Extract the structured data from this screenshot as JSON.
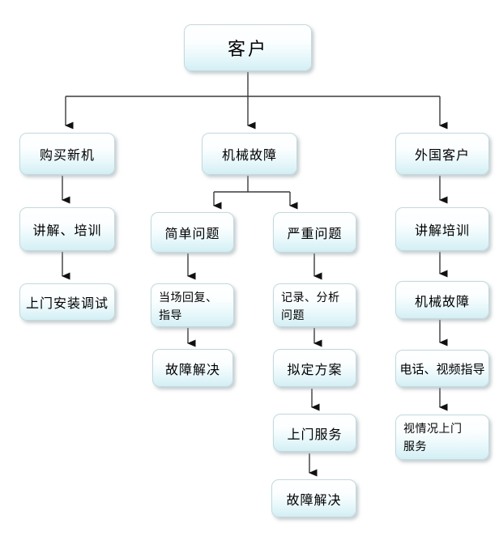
{
  "nodes": {
    "customer": {
      "label": "客户"
    },
    "buy_new": {
      "label": "购买新机"
    },
    "explain_train": {
      "label": "讲解、培训"
    },
    "onsite_install": {
      "label": "上门安装调试"
    },
    "mech_fault": {
      "label": "机械故障"
    },
    "simple_issue": {
      "label": "简单问题"
    },
    "onspot_reply": {
      "label": "当场回复、指导"
    },
    "fault_solved_simple": {
      "label": "故障解决"
    },
    "serious_issue": {
      "label": "严重问题"
    },
    "record_analyze": {
      "label": "记录、分析问题"
    },
    "draft_plan": {
      "label": "拟定方案"
    },
    "onsite_service": {
      "label": "上门服务"
    },
    "fault_solved_serious": {
      "label": "故障解决"
    },
    "foreign_customer": {
      "label": "外国客户"
    },
    "explain_train_foreign": {
      "label": "讲解培训"
    },
    "mech_fault_foreign": {
      "label": "机械故障"
    },
    "phone_video_guide": {
      "label": "电话、视频指导"
    },
    "onsite_as_needed": {
      "label": "视情况上门服务"
    }
  },
  "edges": [
    {
      "from": "customer",
      "to": "buy_new"
    },
    {
      "from": "customer",
      "to": "mech_fault"
    },
    {
      "from": "customer",
      "to": "foreign_customer"
    },
    {
      "from": "buy_new",
      "to": "explain_train"
    },
    {
      "from": "explain_train",
      "to": "onsite_install"
    },
    {
      "from": "mech_fault",
      "to": "simple_issue"
    },
    {
      "from": "mech_fault",
      "to": "serious_issue"
    },
    {
      "from": "simple_issue",
      "to": "onspot_reply"
    },
    {
      "from": "onspot_reply",
      "to": "fault_solved_simple"
    },
    {
      "from": "serious_issue",
      "to": "record_analyze"
    },
    {
      "from": "record_analyze",
      "to": "draft_plan"
    },
    {
      "from": "draft_plan",
      "to": "onsite_service"
    },
    {
      "from": "onsite_service",
      "to": "fault_solved_serious"
    },
    {
      "from": "foreign_customer",
      "to": "explain_train_foreign"
    },
    {
      "from": "explain_train_foreign",
      "to": "mech_fault_foreign"
    },
    {
      "from": "mech_fault_foreign",
      "to": "phone_video_guide"
    },
    {
      "from": "phone_video_guide",
      "to": "onsite_as_needed"
    }
  ],
  "colors": {
    "background": "#ffffff",
    "box_fill_top": "#ffffff",
    "box_fill_bottom": "#d3eff4",
    "box_border": "#c3d9dd",
    "line": "#3a3a3a",
    "arrowhead": "#111111",
    "text": "#000000"
  }
}
